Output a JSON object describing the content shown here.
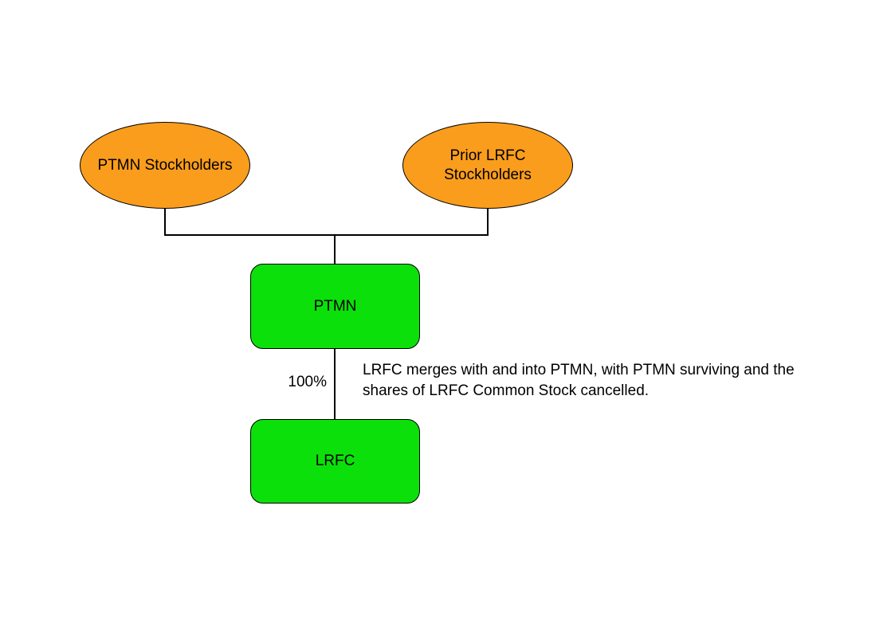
{
  "diagram": {
    "colors": {
      "background": "#ffffff",
      "outline": "#000000",
      "text": "#000000",
      "node_ellipse_fill": "#fa9d1c",
      "node_box_fill": "#0be00b"
    },
    "nodes": {
      "ptmn_stockholders": {
        "label": "PTMN Stockholders",
        "shape": "ellipse"
      },
      "prior_lrfc_stockholders": {
        "label": "Prior LRFC Stockholders",
        "shape": "ellipse"
      },
      "ptmn": {
        "label": "PTMN",
        "shape": "rounded-box"
      },
      "lrfc": {
        "label": "LRFC",
        "shape": "rounded-box"
      }
    },
    "edge": {
      "label": "100%"
    },
    "annotation": "LRFC merges with and into PTMN, with PTMN surviving and the shares of LRFC Common Stock cancelled."
  }
}
